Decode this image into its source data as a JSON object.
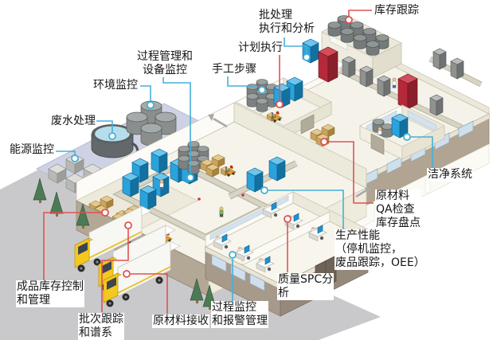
{
  "palette": {
    "leader_blue": "#45b0d8",
    "leader_red": "#e05252",
    "background": "#ffffff",
    "road_gray": "#c9c9cb",
    "utility_plate": "#ced2e4",
    "building_tan": "#b1a492",
    "machine_blue": "#2aa3dc",
    "machine_red": "#b5293a",
    "truck_yellow": "#f4c81e"
  },
  "labels": {
    "process_equipment": {
      "text": "过程管理和\n设备监控",
      "line_color": "blue"
    },
    "env_monitoring": {
      "text": "环境监控",
      "line_color": "blue"
    },
    "wastewater": {
      "text": "废水处理",
      "line_color": "blue"
    },
    "energy": {
      "text": "能源监控",
      "line_color": "blue"
    },
    "batch_exec": {
      "text": "批处理\n执行和分析",
      "line_color": "blue"
    },
    "inventory_tracking": {
      "text": "库存跟踪",
      "line_color": "red"
    },
    "plan_exec": {
      "text": "计划执行",
      "line_color": "red"
    },
    "manual_steps": {
      "text": "手工步骤",
      "line_color": "blue"
    },
    "clean_system": {
      "text": "洁净系统",
      "line_color": "blue"
    },
    "raw_material_qa": {
      "text": "原材料\nQA检查\n库存盘点",
      "line_color": "red"
    },
    "production_perf": {
      "text": "生产性能\n（停机监控，\n废品跟踪，OEE）",
      "line_color": "blue"
    },
    "quality_spc": {
      "text": "质量SPC分\n析",
      "line_color": "red"
    },
    "process_monitor": {
      "text": "过程监控\n和报警管理",
      "line_color": "blue"
    },
    "raw_receiving": {
      "text": "原材料接收",
      "line_color": "red"
    },
    "batch_tracking": {
      "text": "批次跟踪\n和谱系",
      "line_color": "red"
    },
    "finished_goods": {
      "text": "成品库存控制\n和管理",
      "line_color": "red"
    }
  }
}
